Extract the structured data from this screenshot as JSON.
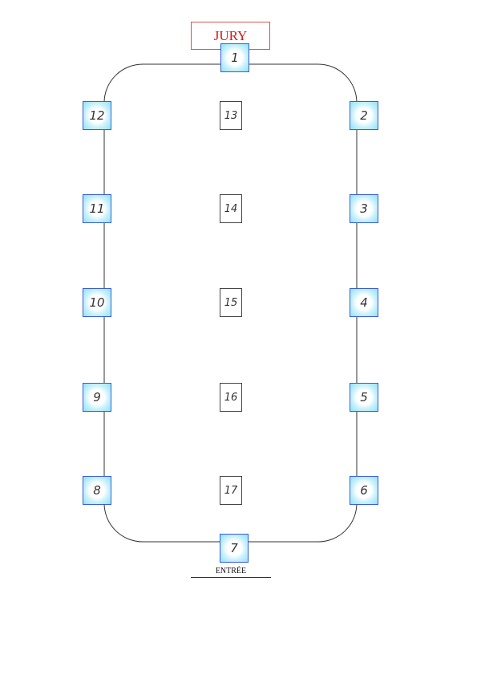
{
  "jury": {
    "label": "JURY"
  },
  "entrance": {
    "label": "ENTRÉE"
  },
  "ring_obstacles": [
    {
      "label": "1"
    },
    {
      "label": "2"
    },
    {
      "label": "3"
    },
    {
      "label": "4"
    },
    {
      "label": "5"
    },
    {
      "label": "6"
    },
    {
      "label": "7"
    },
    {
      "label": "8"
    },
    {
      "label": "9"
    },
    {
      "label": "10"
    },
    {
      "label": "11"
    },
    {
      "label": "12"
    }
  ],
  "center_obstacles": [
    {
      "label": "13"
    },
    {
      "label": "14"
    },
    {
      "label": "15"
    },
    {
      "label": "16"
    },
    {
      "label": "17"
    }
  ],
  "colors": {
    "jury_text": "#dd1111",
    "jury_border": "#e05050",
    "obstacle_border": "#3a5bd8",
    "obstacle_fill": "#8ee4f6"
  }
}
